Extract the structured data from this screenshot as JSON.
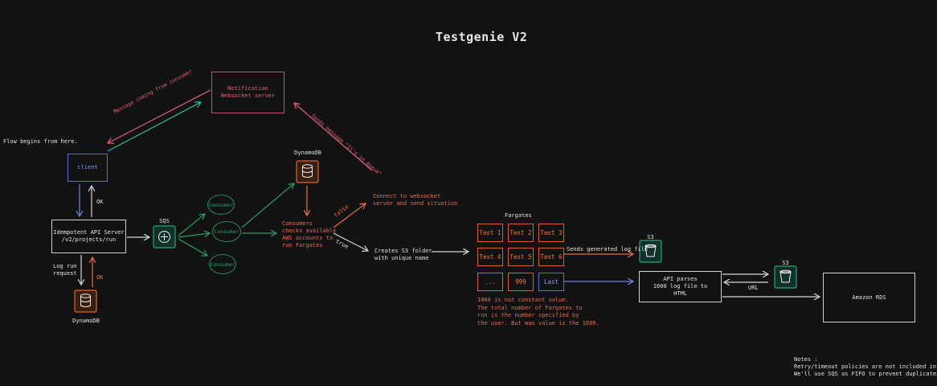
{
  "title": "Testgenie V2",
  "flow_start": "Flow begins from here.",
  "client": "client",
  "ok_top": "OK",
  "notification_server": "Notification\nWebsocket server",
  "msg_from_consumer": "Message coming from consumer",
  "sends_message": "Sends message \"It's in queue\"",
  "api_server": "Idempotent API Server\n/v2/projects/run",
  "log_run_request": "Log run\nrequest",
  "ok_bottom": "OK",
  "dynamodb_bottom": "DynamoDB",
  "sqs": "SQS",
  "consumer_label": "Consumer",
  "dynamodb_top": "DynamoDB",
  "consumers_check": "Consumers\nchecks available\nAWS accounts to\nrun Fargates",
  "false_label": "false",
  "true_label": "true",
  "connect_websocket": "Connect to websocket\nserver and send situation",
  "creates_s3": "Creates S3 folder\nwith unique name",
  "fargates_label": "Fargates",
  "fargate_cells": [
    "Test 1",
    "Test 2",
    "Test 3",
    "Test 4",
    "Test 5",
    "Test 6",
    "...",
    "999",
    "Last"
  ],
  "fargate_note": "1000 is not constant value.\nThe total number of Fargates to\nrun is the number specified by\nthe user. But max value is the 1000.",
  "sends_log": "Sends generated log file",
  "s3_1": "S3",
  "s3_2": "S3",
  "api_parses": "API parses\n1000 log file to\nHTML",
  "url": "URL",
  "amazon_rds": "Amazon RDS",
  "notes": "Notes :\nRetry/timeout policies are not included in this graph.\nWe'll use SQS as FIFO to prevent duplicates.",
  "colors": {
    "background": "#121212",
    "pink": "#e0607a",
    "teal": "#2fbf9a",
    "blue": "#6f85e0",
    "green": "#2a9a64",
    "orange": "#ee7a3a",
    "white": "#e2e2e2"
  }
}
